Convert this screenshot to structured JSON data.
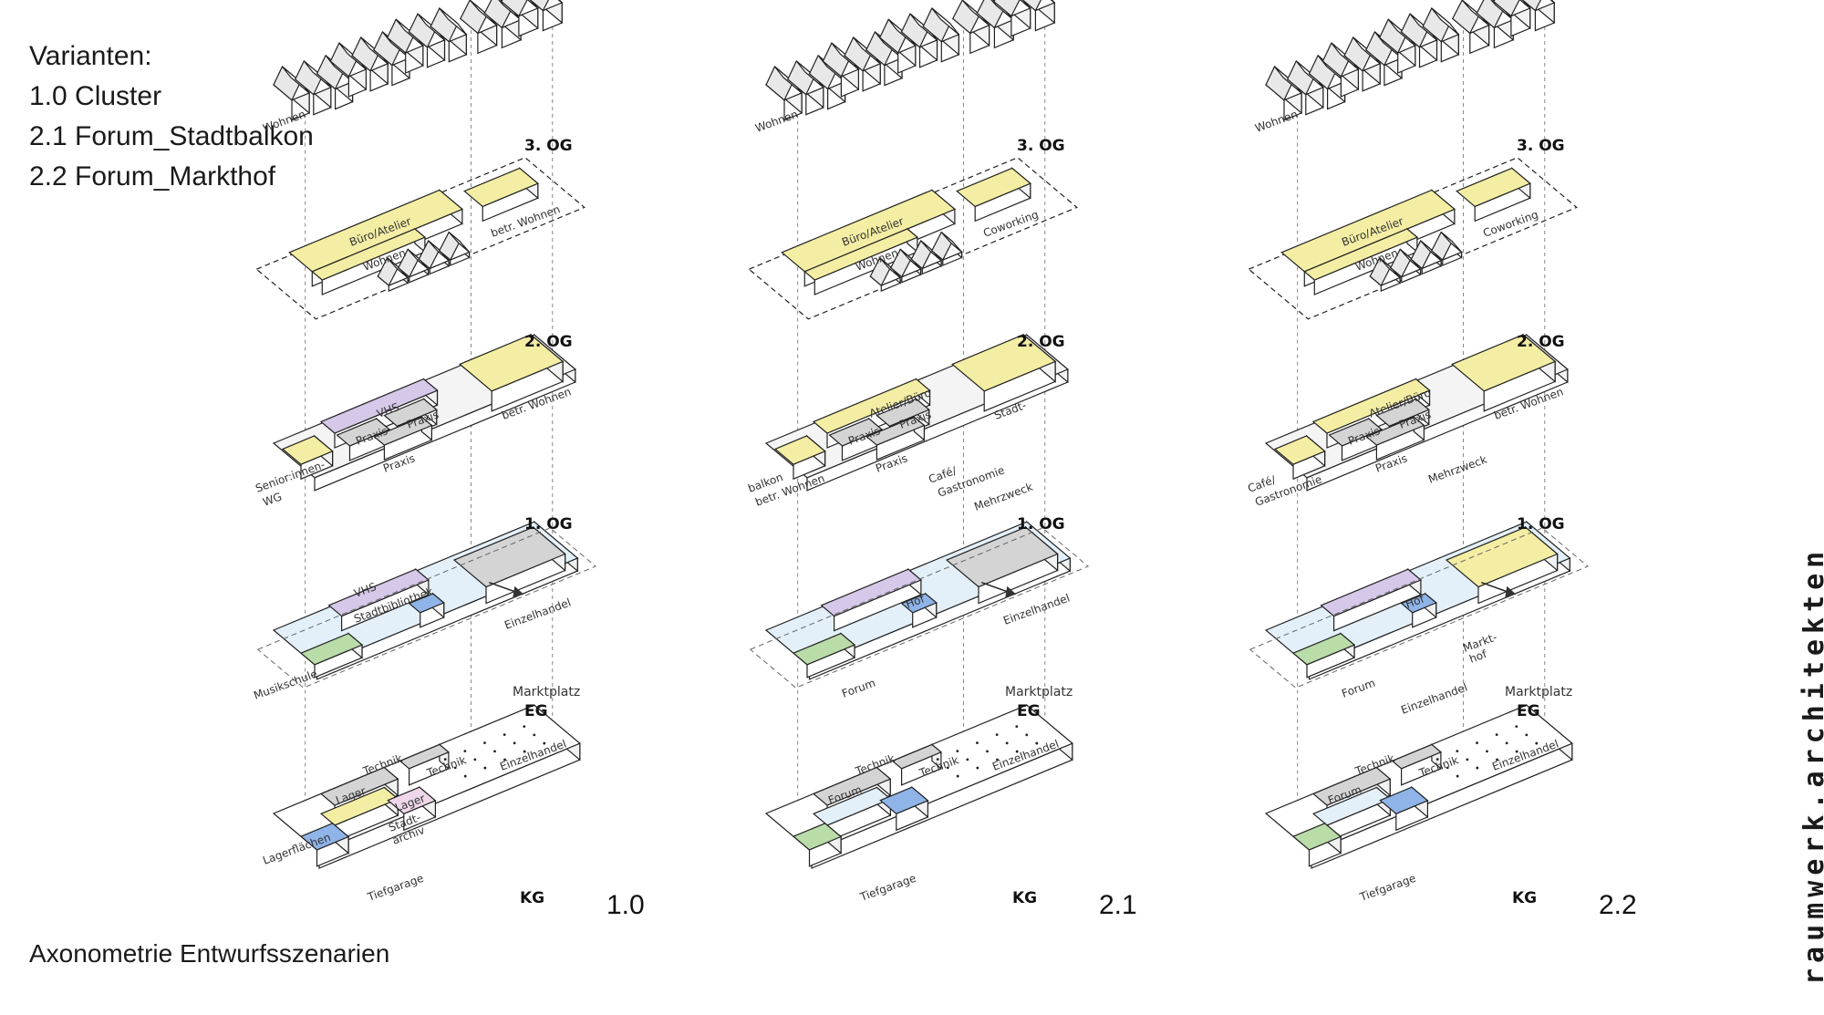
{
  "legend": {
    "title": "Varianten:",
    "items": [
      "1.0  Cluster",
      "2.1  Forum_Stadtbalkon",
      "2.2 Forum_Markthof"
    ]
  },
  "subtitle": "Axonometrie Entwurfsszenarien",
  "brand": "raumwerk.architekten",
  "colors": {
    "yellow": "#f4eea4",
    "purple": "#d6c8e8",
    "grey": "#d4d4d4",
    "green": "#b9dca9",
    "blue": "#8fb4e8",
    "lightblue": "#e3f0fa",
    "pink": "#eed7ea",
    "white": "#ffffff",
    "line": "#222222"
  },
  "levels": [
    "3. OG",
    "2. OG",
    "1. OG",
    "EG",
    "KG"
  ],
  "variants": [
    {
      "id": "1.0",
      "og3": [
        "Wohnen"
      ],
      "og2": [
        "Büro/Atelier",
        "Wohnen",
        "betr. Wohnen"
      ],
      "og1": [
        "VHS",
        "Praxis",
        "Praxis",
        "Praxis",
        "betr. Wohnen",
        "Senior:innen-",
        "WG"
      ],
      "eg": [
        "VHS",
        "Stadtbibliothek",
        "Musikschule",
        "Einzelhandel",
        "Marktplatz"
      ],
      "kg": [
        "Technik",
        "Technik",
        "Lager",
        "Lager",
        "Stadt-",
        "archiv",
        "Lagerflächen",
        "Tiefgarage",
        "Einzelhandel"
      ]
    },
    {
      "id": "2.1",
      "og3": [
        "Wohnen"
      ],
      "og2": [
        "Büro/Atelier",
        "Wohnen",
        "Coworking"
      ],
      "og1": [
        "Atelier/Büro",
        "Praxis",
        "Praxis",
        "Praxis",
        "Stadt-",
        "balkon",
        "betr. Wohnen",
        "Café/",
        "Gastronomie",
        "Mehrzweck"
      ],
      "eg": [
        "Hof",
        "Forum",
        "Einzelhandel",
        "Marktplatz"
      ],
      "kg": [
        "Technik",
        "Technik",
        "Forum",
        "Tiefgarage",
        "Einzelhandel"
      ]
    },
    {
      "id": "2.2",
      "og3": [
        "Wohnen"
      ],
      "og2": [
        "Büro/Atelier",
        "Wohnen",
        "Coworking"
      ],
      "og1": [
        "Atelier/Büro",
        "Praxis",
        "Praxis",
        "Praxis",
        "betr. Wohnen",
        "Café/",
        "Gastronomie",
        "Mehrzweck"
      ],
      "eg": [
        "Hof",
        "Forum",
        "Markt-",
        "hof",
        "Einzelhandel",
        "Marktplatz"
      ],
      "kg": [
        "Technik",
        "Technik",
        "Forum",
        "Tiefgarage",
        "Einzelhandel"
      ]
    }
  ]
}
